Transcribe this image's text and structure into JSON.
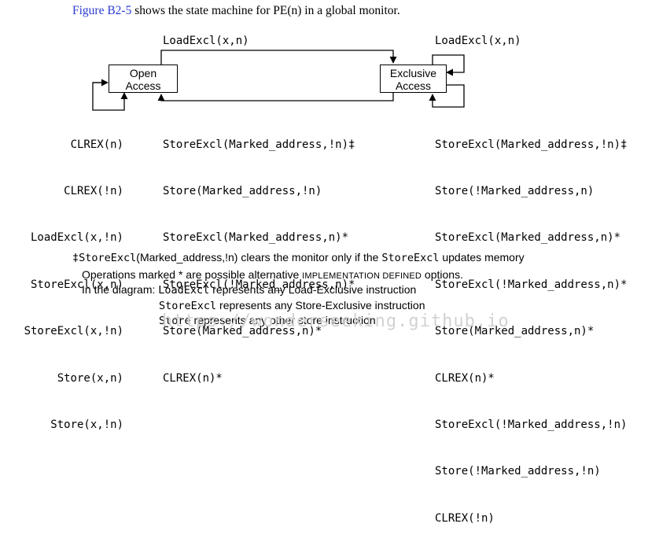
{
  "intro": {
    "ref": "Figure B2-5",
    "rest": " shows the state machine for PE(n) in a global monitor."
  },
  "states": {
    "open": [
      "Open",
      "Access"
    ],
    "exclusive": [
      "Exclusive",
      "Access"
    ]
  },
  "labels": {
    "top_center": "LoadExcl(x,n)",
    "top_right": "LoadExcl(x,n)"
  },
  "lists": {
    "left_loop": [
      "CLREX(n)",
      "CLREX(!n)",
      "LoadExcl(x,!n)",
      "StoreExcl(x,n)",
      "StoreExcl(x,!n)",
      "Store(x,n)",
      "Store(x,!n)"
    ],
    "exclusive_to_open": [
      "StoreExcl(Marked_address,!n)‡",
      "Store(Marked_address,!n)",
      "StoreExcl(Marked_address,n)*",
      "StoreExcl(!Marked_address,n)*",
      "Store(Marked_address,n)*",
      "CLREX(n)*"
    ],
    "right_loop": [
      "StoreExcl(Marked_address,!n)‡",
      "Store(!Marked_address,n)",
      "StoreExcl(Marked_address,n)*",
      "StoreExcl(!Marked_address,n)*",
      "Store(Marked_address,n)*",
      "CLREX(n)*",
      "StoreExcl(!Marked_address,!n)",
      "Store(!Marked_address,!n)",
      "CLREX(!n)"
    ]
  },
  "notes": {
    "line1": {
      "dagger_code": "‡StoreExcl",
      "mid": "(Marked_address,!n) clears the monitor only if the ",
      "code": "StoreExcl",
      "end": " updates memory"
    },
    "line2": {
      "start": "Operations marked * are possible alternative ",
      "smallcaps": "IMPLEMENTATION DEFINED",
      "end": " options."
    },
    "line3": {
      "start": "In the diagram: ",
      "code": "LoadExcl",
      "end": " represents any Load-Exclusive instruction"
    },
    "line4": {
      "code": "StoreExcl",
      "end": " represents any Store-Exclusive instruction"
    },
    "line5": {
      "code": "Store",
      "end": " represents any other store instruction."
    }
  },
  "watermark": "https://wonderseeking.github.io"
}
